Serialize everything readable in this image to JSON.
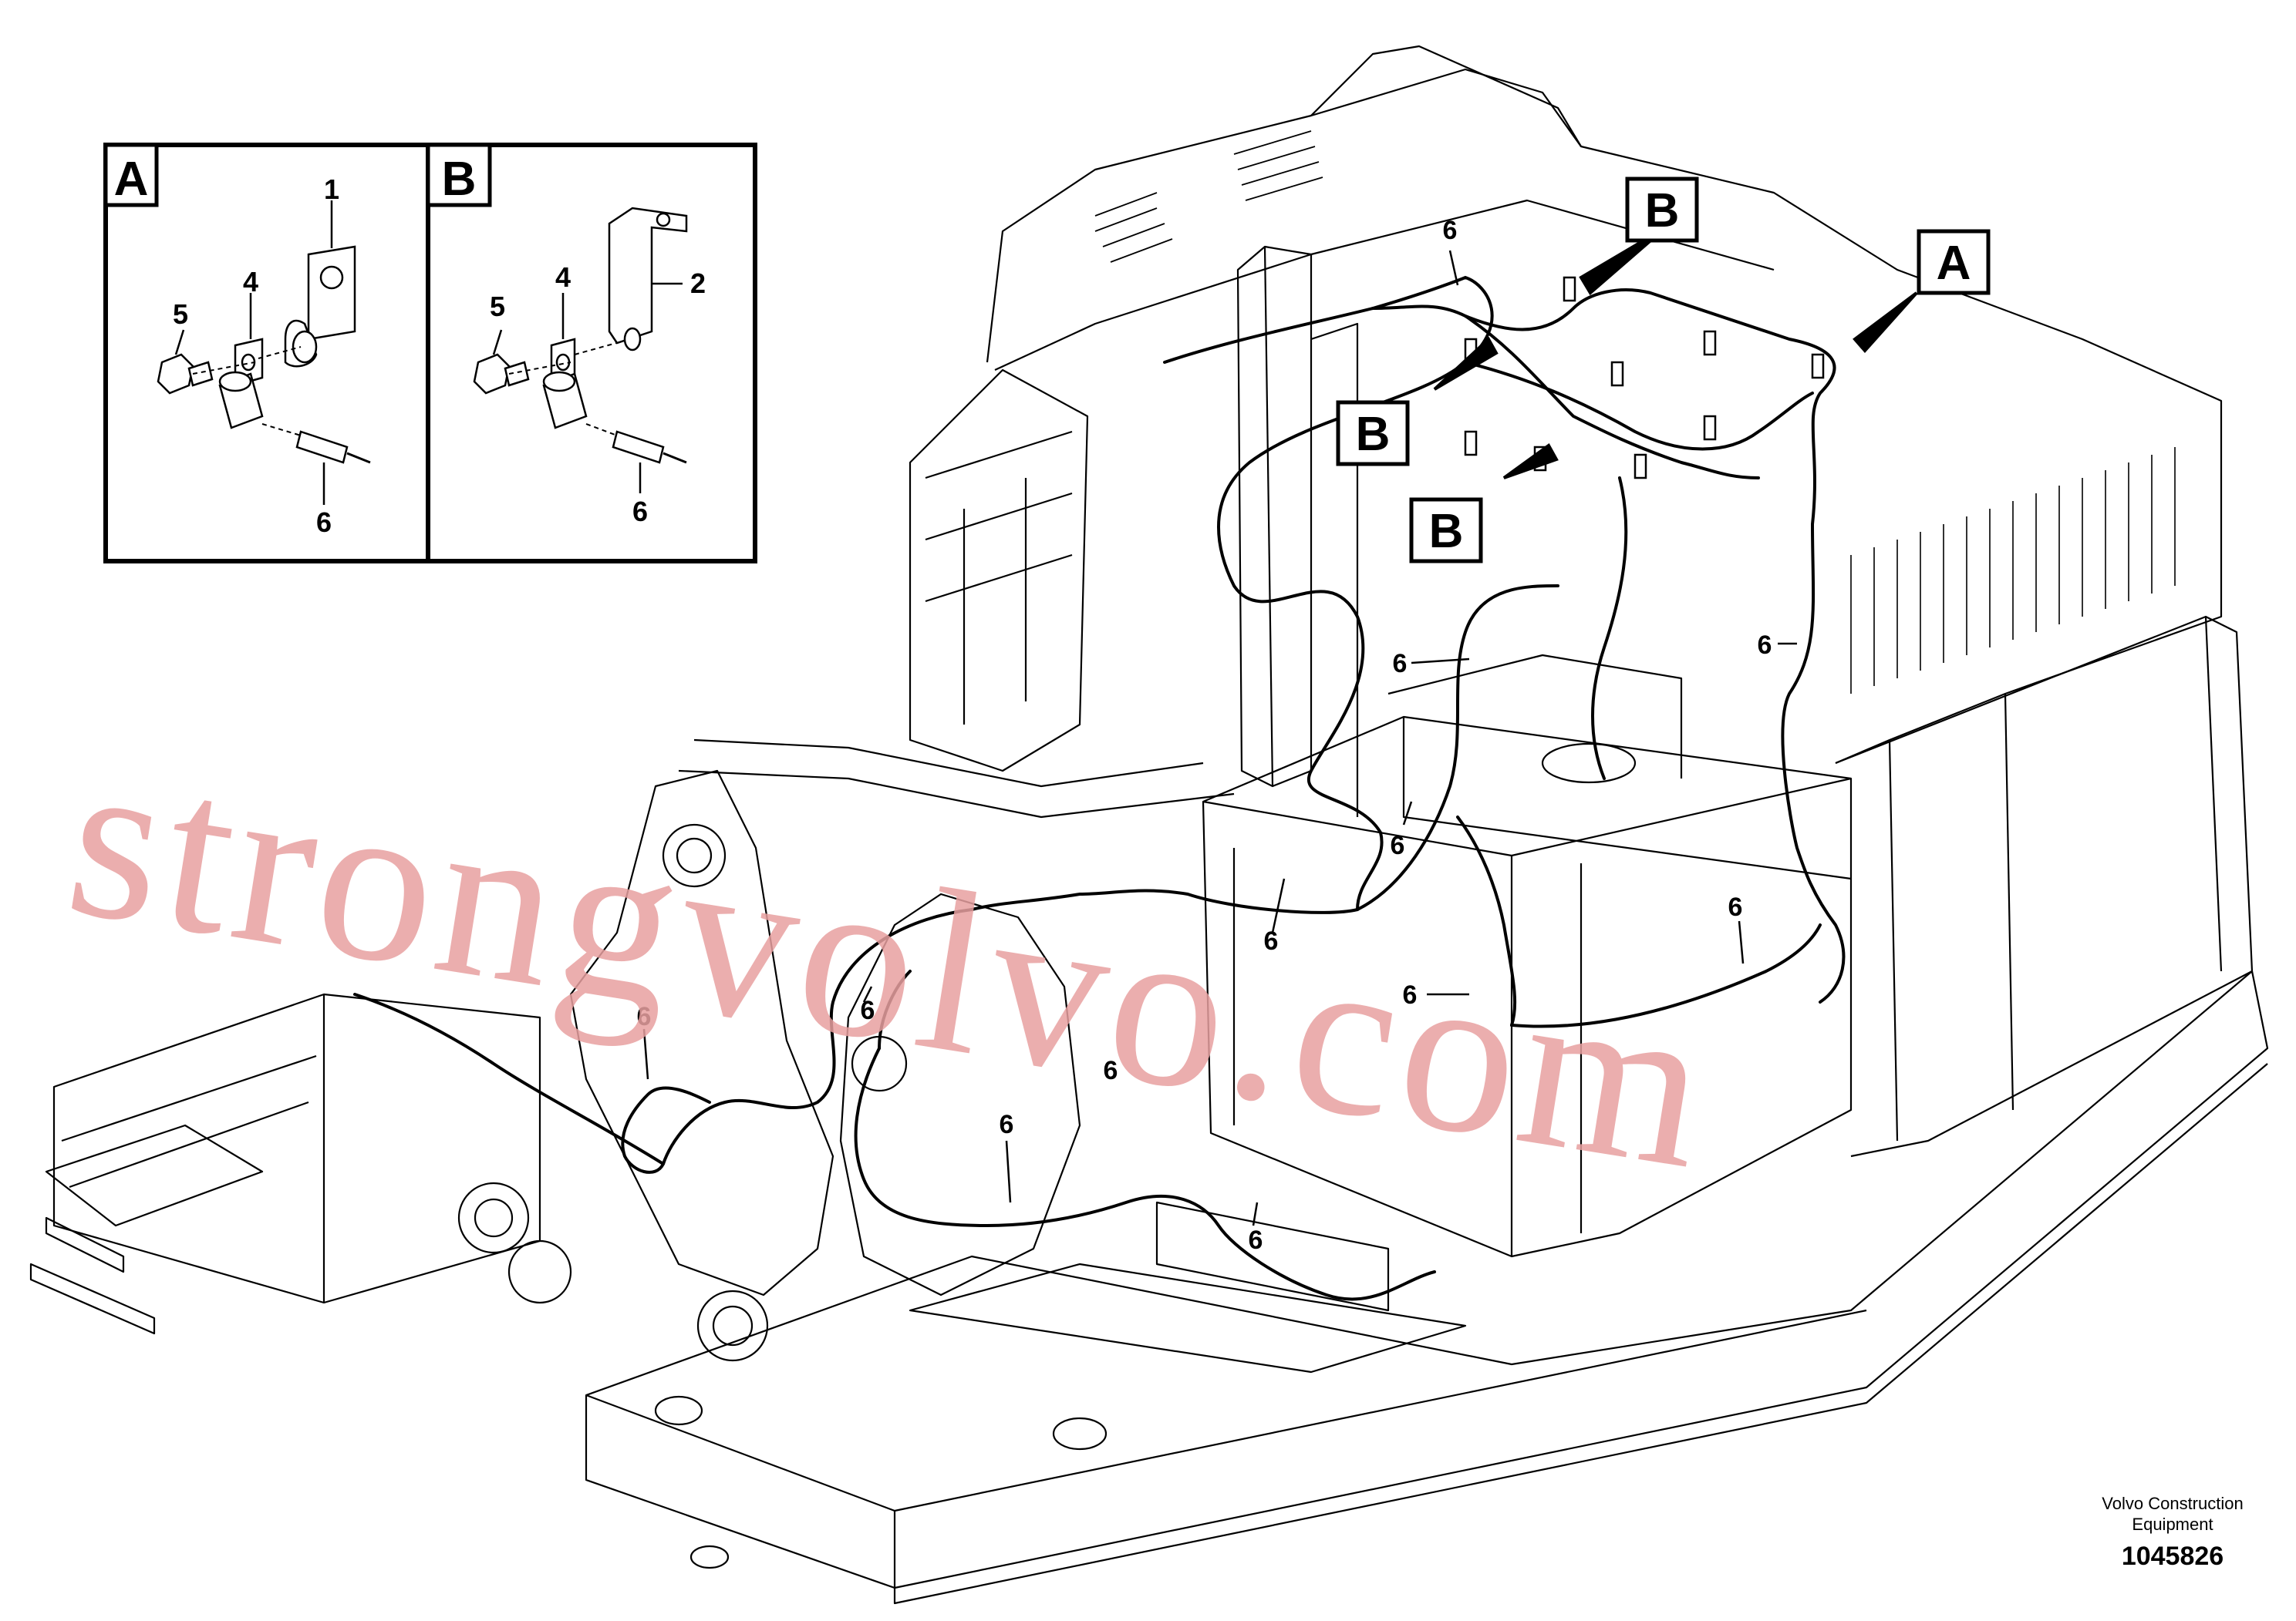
{
  "detail_a": {
    "tag": "A",
    "labels": {
      "bracket": "1",
      "spacer": "4",
      "bolt": "5",
      "cable": "6"
    }
  },
  "detail_b": {
    "tag": "B",
    "labels": {
      "bracket": "2",
      "spacer": "4",
      "bolt": "5",
      "cable": "6"
    }
  },
  "main": {
    "tags": [
      "B",
      "A",
      "B",
      "B"
    ],
    "callouts": [
      "6",
      "6",
      "6",
      "6",
      "6",
      "6",
      "6",
      "6",
      "6",
      "6",
      "6",
      "6"
    ]
  },
  "watermark": "strongvolvo.com",
  "publisher": {
    "line1": "Volvo Construction",
    "line2": "Equipment",
    "id": "1045826"
  },
  "colors": {
    "line": "#000000",
    "watermark": "#e8a0a0"
  }
}
